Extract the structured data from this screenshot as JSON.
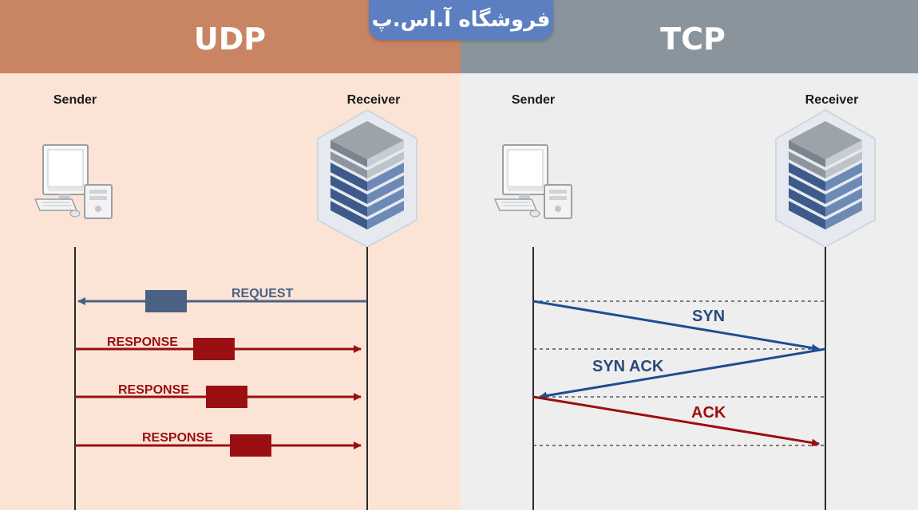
{
  "udp": {
    "title": "UDP",
    "sender_label": "Sender",
    "receiver_label": "Receiver",
    "request_label": "REQUEST",
    "response_labels": [
      "RESPONSE",
      "RESPONSE",
      "RESPONSE"
    ]
  },
  "tcp": {
    "title": "TCP",
    "sender_label": "Sender",
    "receiver_label": "Receiver",
    "syn_label": "SYN",
    "syn_ack_label": "SYN ACK",
    "ack_label": "ACK"
  },
  "watermark": "فروشگاه آ.اس.پ",
  "colors": {
    "udp_header": "#c98463",
    "udp_panel": "#fbe4d6",
    "tcp_header": "#8a949c",
    "tcp_panel": "#eeeeee",
    "request_blue": "#4a6184",
    "response_red": "#9a0f12",
    "syn_blue": "#1d4e93"
  },
  "icons": [
    "desktop-computer-icon",
    "server-rack-icon"
  ]
}
